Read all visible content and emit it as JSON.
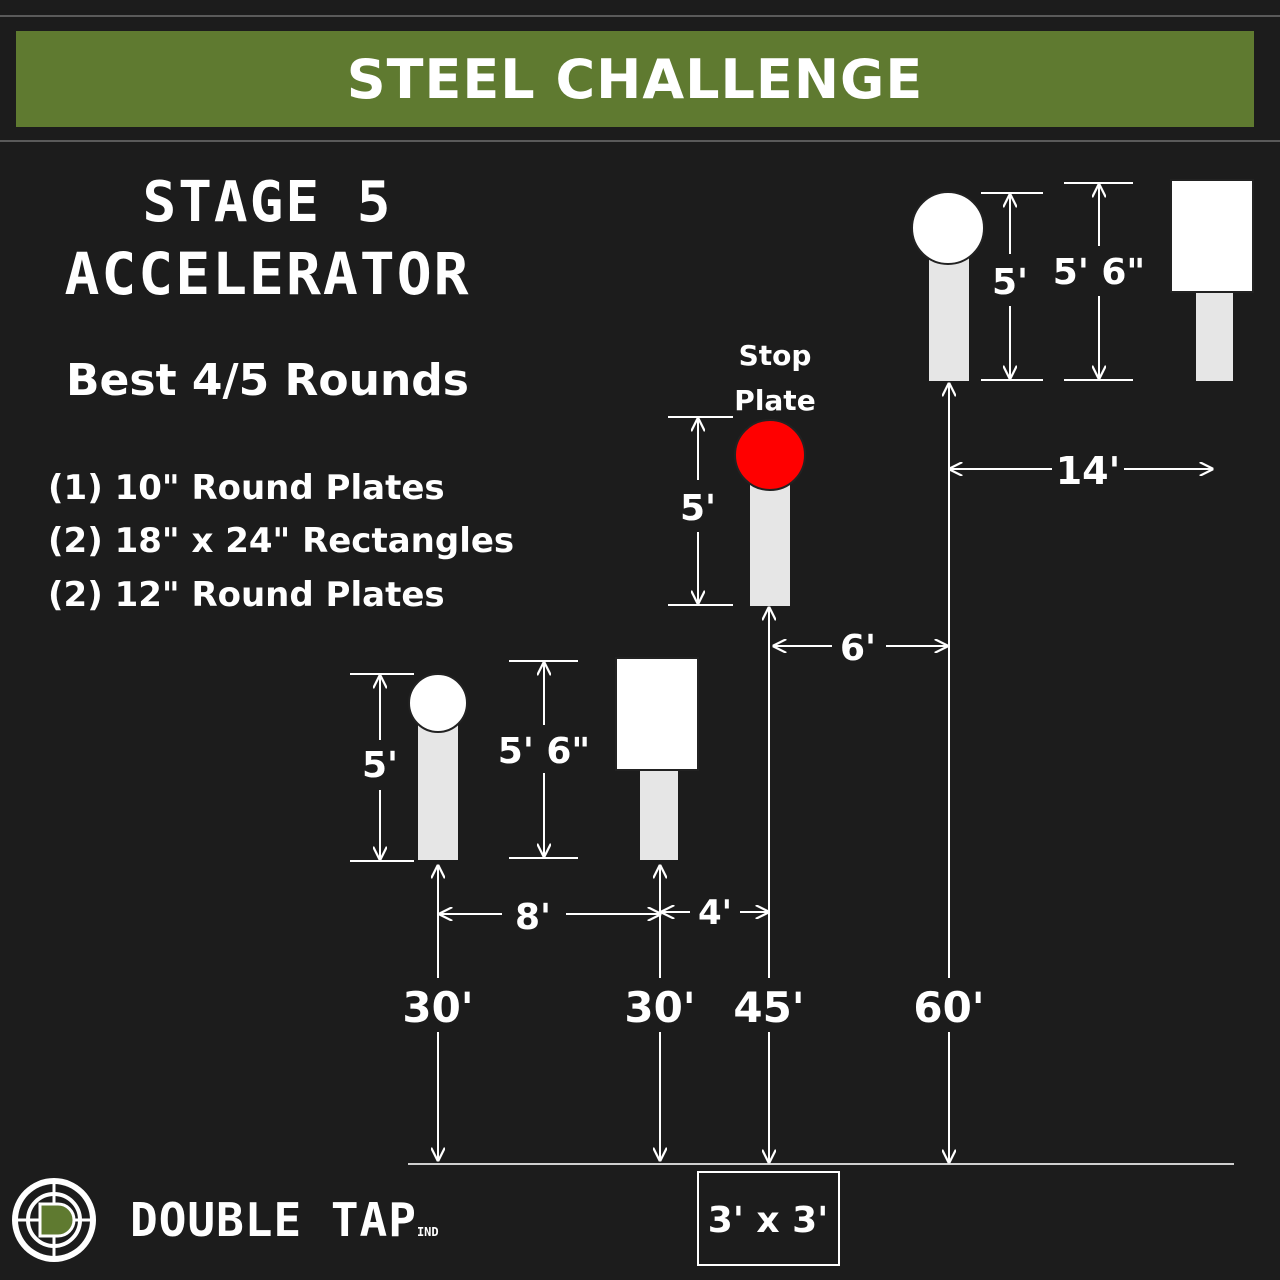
{
  "header": {
    "title": "STEEL CHALLENGE"
  },
  "stage": {
    "number": "STAGE 5",
    "name": "ACCELERATOR"
  },
  "scoring": "Best 4/5 Rounds",
  "targets": [
    "(1) 10\" Round Plates",
    "(2) 18\" x 24\" Rectangles",
    "(2) 12\" Round Plates"
  ],
  "colors": {
    "banner": "#5f7a30",
    "background": "#1c1c1c",
    "stop_plate": "#ff0000",
    "post": "#e6e6e6"
  },
  "labels": {
    "stop_plate_line1": "Stop",
    "stop_plate_line2": "Plate",
    "plate_height_left": "5'",
    "rect_height_left": "5' 6\"",
    "stop_height": "5'",
    "plate_height_right": "5'",
    "rect_height_right": "5' 6\"",
    "spacing_8": "8'",
    "spacing_4": "4'",
    "spacing_6": "6'",
    "spacing_14": "14'",
    "distance_1": "30'",
    "distance_2": "30'",
    "distance_3": "45'",
    "distance_4": "60'",
    "shooting_box": "3' x 3'"
  },
  "logo": {
    "icon": "crosshair-logo-icon",
    "text": "DOUBLE TAP",
    "suffix": "IND"
  }
}
